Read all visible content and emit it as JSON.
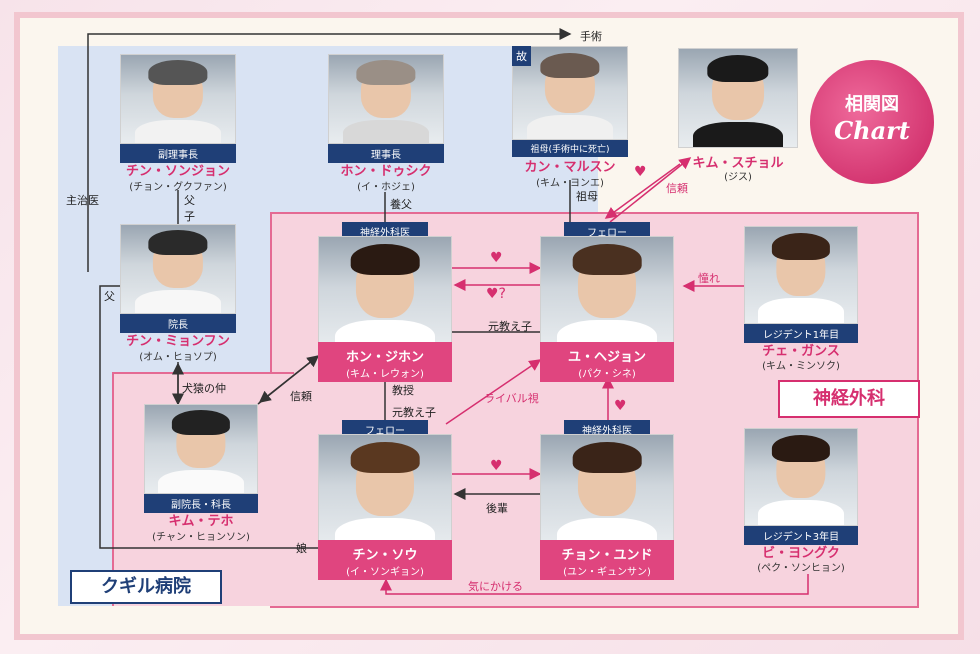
{
  "sections": {
    "hospital": "クギル病院",
    "neuro": "神経外科"
  },
  "chart_title": {
    "jp": "相関図",
    "en": "Chart"
  },
  "people": {
    "jin_sonjon": {
      "role": "副理事長",
      "name": "チン・ソンジョン",
      "actor": "(チョン・グクファン)"
    },
    "hon_dusik": {
      "role": "理事長",
      "name": "ホン・ドゥシク",
      "actor": "(イ・ホジェ)"
    },
    "kan_marusun": {
      "badge": "故",
      "role": "祖母(手術中に死亡)",
      "name": "カン・マルスン",
      "actor": "(キム・ヨンエ)"
    },
    "kim_sucheol": {
      "name": "キム・スチョル",
      "actor": "(ジス)"
    },
    "jin_myonfun": {
      "role": "院長",
      "name": "チン・ミョンフン",
      "actor": "(オム・ヒョソプ)"
    },
    "hon_jihon": {
      "role": "神経外科医",
      "name": "ホン・ジホン",
      "actor": "(キム・レウォン)"
    },
    "yu_hejon": {
      "role": "フェロー",
      "name": "ユ・ヘジョン",
      "actor": "(パク・シネ)"
    },
    "che_gansu": {
      "role": "レジデント1年目",
      "name": "チェ・ガンス",
      "actor": "(キム・ミンソク)"
    },
    "kim_teho": {
      "role": "副院長・科長",
      "name": "キム・テホ",
      "actor": "(チャン・ヒョンソン)"
    },
    "jin_sou": {
      "role": "フェロー",
      "name": "チン・ソウ",
      "actor": "(イ・ソンギョン)"
    },
    "chon_yundo": {
      "role": "神経外科医",
      "name": "チョン・ユンド",
      "actor": "(ユン・ギュンサン)"
    },
    "bi_yonguku": {
      "role": "レジデント3年目",
      "name": "ビ・ヨングク",
      "actor": "(ペク・ソンヒョン)"
    }
  },
  "relations": {
    "surgery": "手術",
    "shujii": "主治医",
    "father_top": "父",
    "son": "子",
    "adopted_father": "養父",
    "grandmother": "祖母",
    "trust_top": "信頼",
    "father_left": "父",
    "ex_teacher": "元教え子",
    "admire": "憧れ",
    "dog_monkey": "犬猿の仲",
    "trust": "信頼",
    "professor": "教授",
    "ex_student": "元教え子",
    "rival": "ライバル視",
    "kouhai": "後輩",
    "daughter": "娘",
    "care": "気にかける",
    "heart": "♥",
    "heart_q": "♥?"
  }
}
